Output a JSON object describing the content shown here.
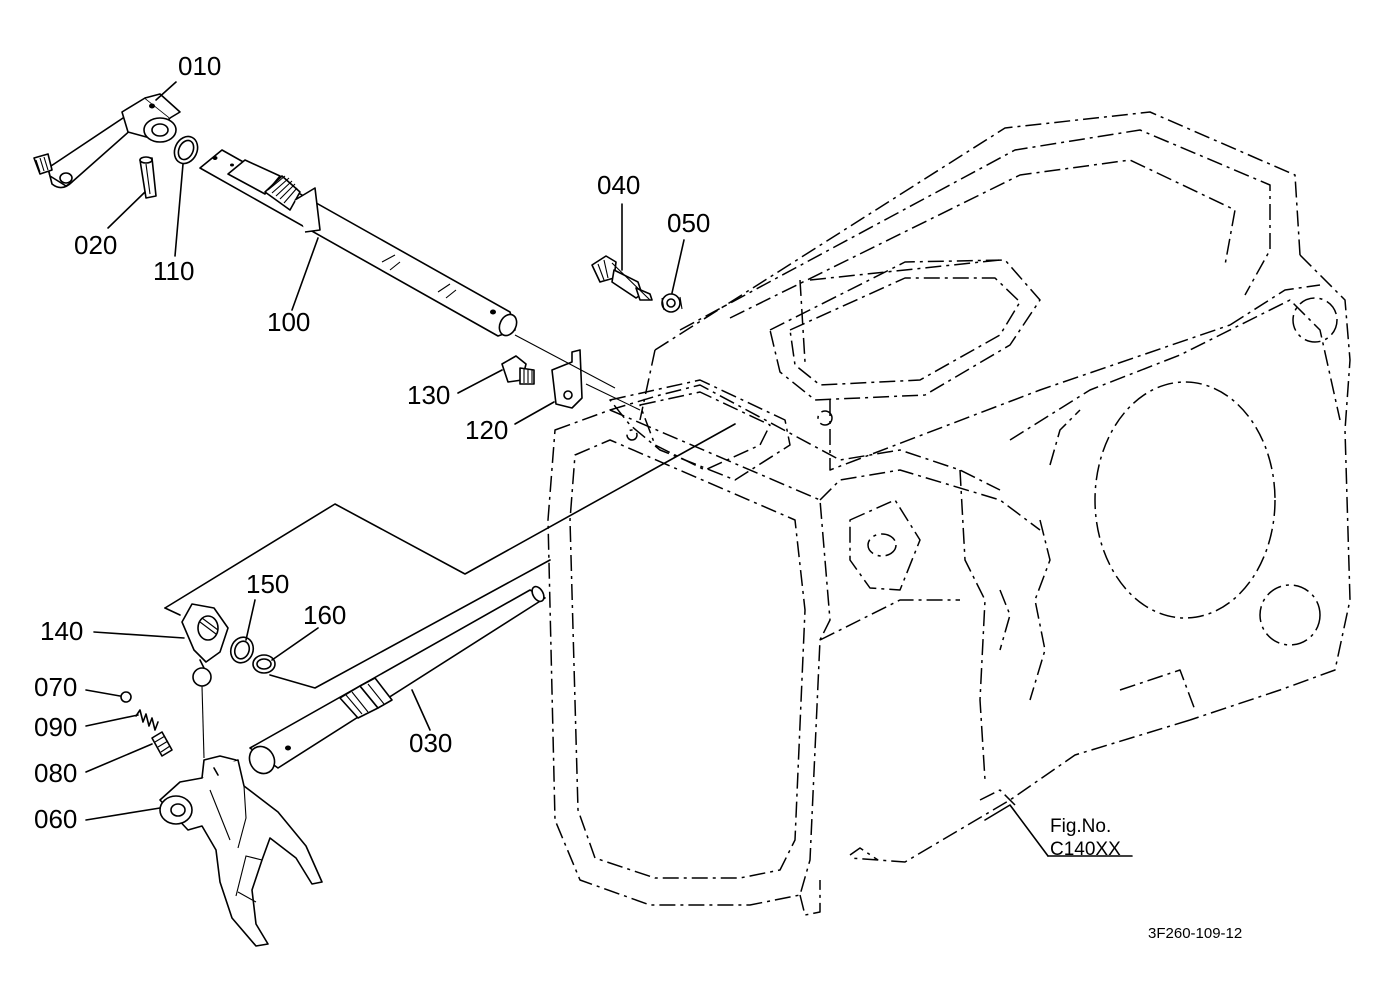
{
  "labels": {
    "p010": "010",
    "p020": "020",
    "p110": "110",
    "p100": "100",
    "p040": "040",
    "p050": "050",
    "p130": "130",
    "p120": "120",
    "p140": "140",
    "p150": "150",
    "p160": "160",
    "p070": "070",
    "p090": "090",
    "p080": "080",
    "p060": "060",
    "p030": "030"
  },
  "figure": {
    "fig_title": "Fig.No.",
    "fig_code": "C140XX"
  },
  "document_number": "3F260-109-12"
}
